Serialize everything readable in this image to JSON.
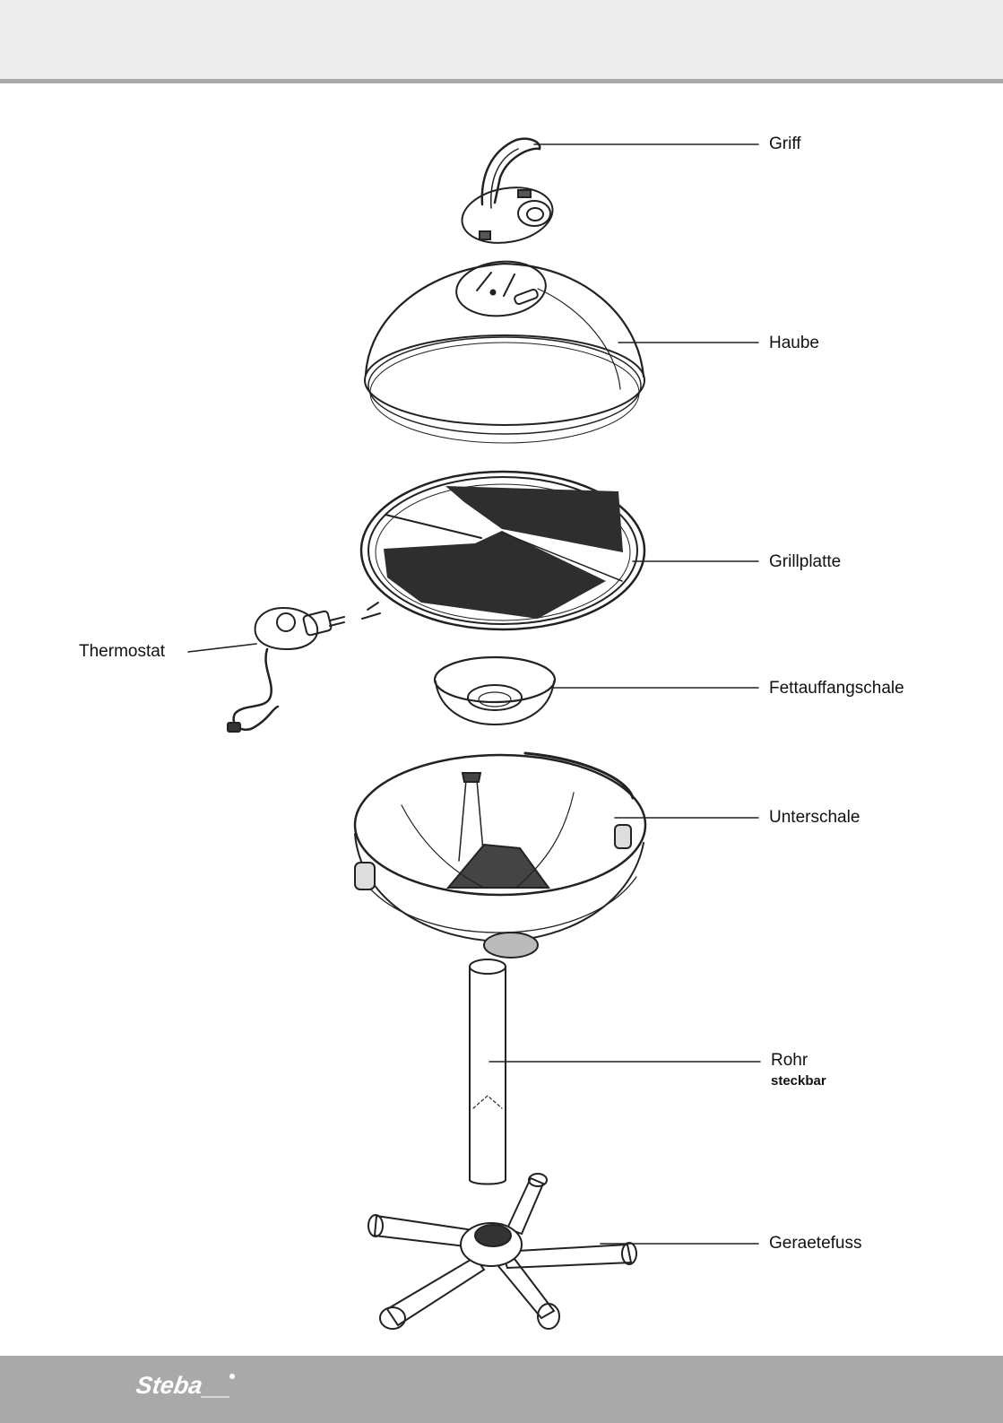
{
  "labels": {
    "griff": "Griff",
    "haube": "Haube",
    "grillplatte": "Grillplatte",
    "thermostat": "Thermostat",
    "fettauffangschale": "Fettauffangschale",
    "unterschale": "Unterschale",
    "rohr": "Rohr",
    "rohr_note": "steckbar",
    "geraetefuss": "Geraetefuss"
  },
  "footer": {
    "logo_text": "Steba"
  },
  "colors": {
    "header_band": "#ececec",
    "rule": "#a9a9a9",
    "footer": "#a9a9a9",
    "line_art": "#222222"
  }
}
